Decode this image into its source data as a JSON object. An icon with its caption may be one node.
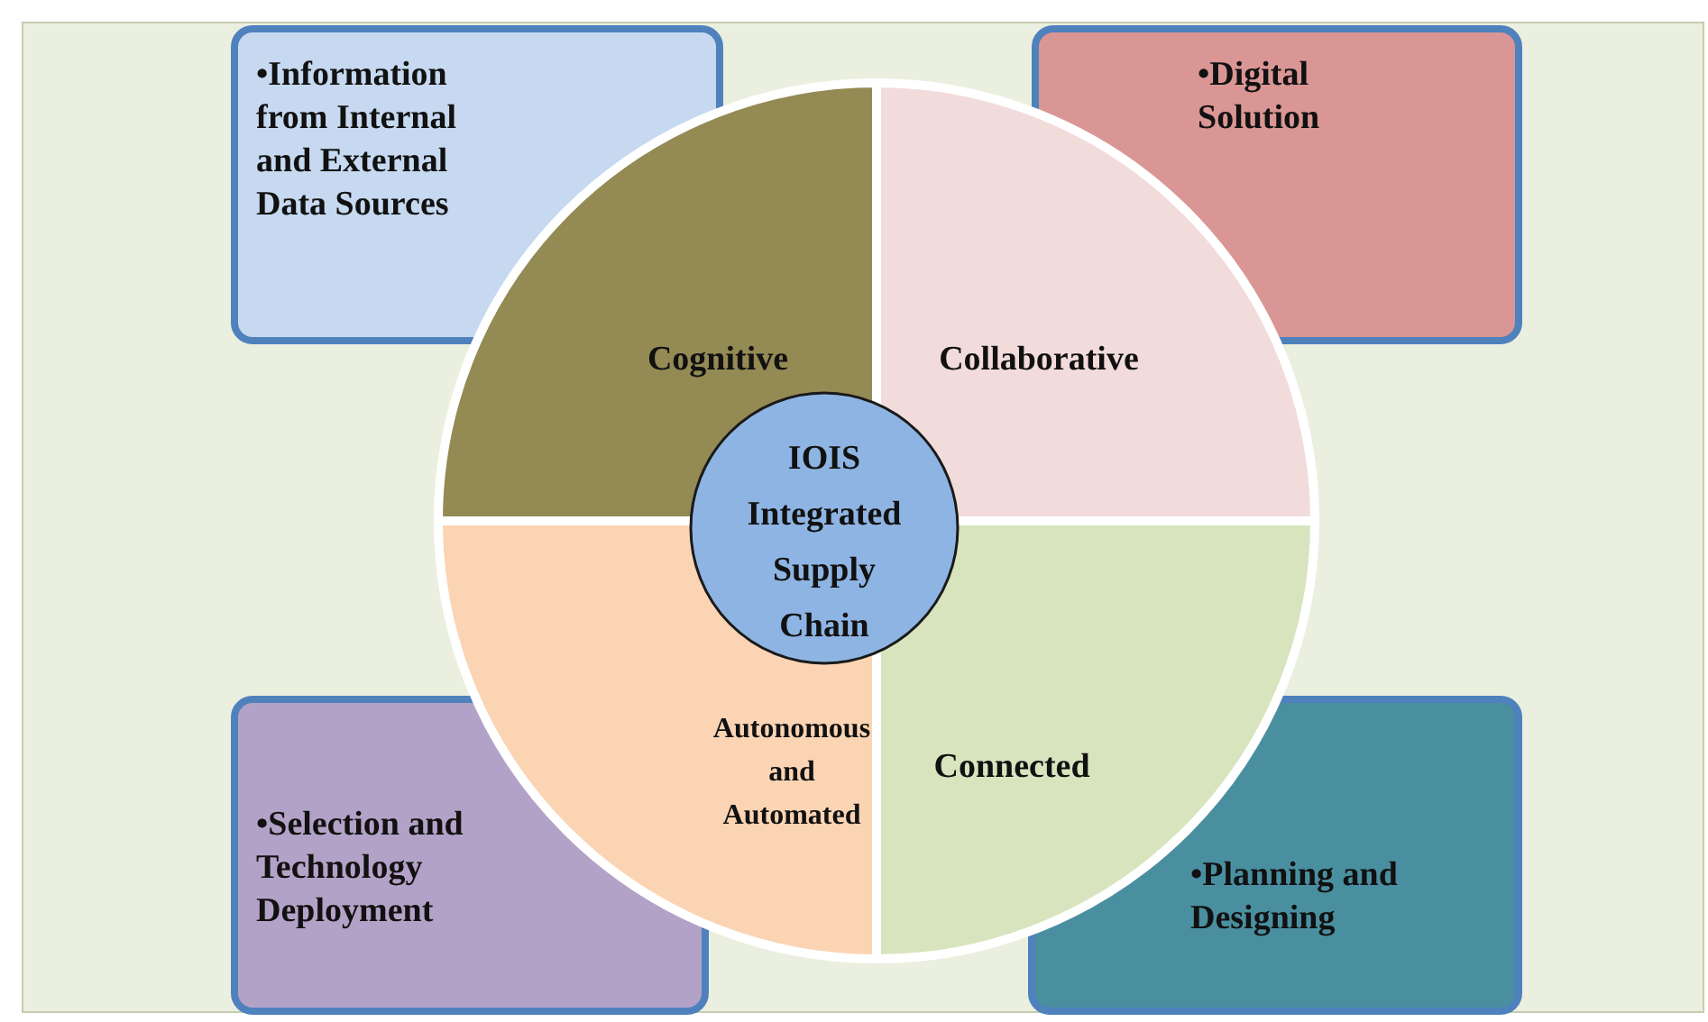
{
  "diagram": {
    "nodes": [
      {
        "text": [
          "•Information from Internal and External Data Sources"
        ]
      },
      {
        "text": [
          "•Digital Solution"
        ]
      },
      {
        "text": [
          "•Selection and Technology Deployment"
        ]
      },
      {
        "text": [
          "•Planning and Designing"
        ]
      },
      {
        "text": [
          "Cognitive"
        ]
      },
      {
        "text": [
          "Collaborative"
        ]
      },
      {
        "text": [
          "Autonomous and Automated"
        ]
      },
      {
        "text": [
          "Connected"
        ]
      },
      {
        "text": [
          "IOIS Integrated Supply Chain"
        ]
      }
    ],
    "edges": []
  }
}
